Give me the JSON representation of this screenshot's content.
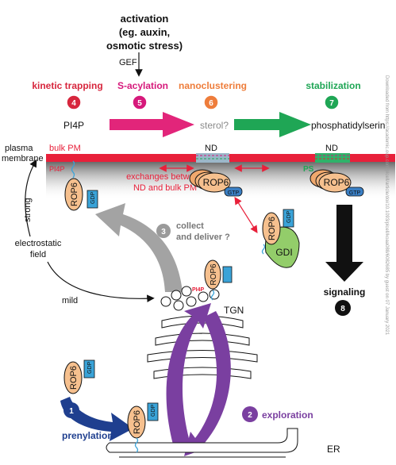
{
  "activation": {
    "line1": "activation",
    "line2": "(eg. auxin,",
    "line3": "osmotic stress)",
    "gef": "GEF"
  },
  "stages": [
    {
      "number": "4",
      "label": "kinetic trapping",
      "color": "#d7263d"
    },
    {
      "number": "5",
      "label": "S-acylation",
      "color": "#d6197b"
    },
    {
      "number": "6",
      "label": "nanoclustering",
      "color": "#ee7d3b"
    },
    {
      "number": "7",
      "label": "stabilization",
      "color": "#1fa655"
    }
  ],
  "lipids": {
    "pi4p": "PI4P",
    "sterol": "sterol?",
    "ps_full": "phosphatidylserin"
  },
  "membrane": {
    "plasma_line1": "plasma",
    "plasma_line2": "membrane",
    "bulk": "bulk PM",
    "nd1": "ND",
    "nd2": "ND",
    "exchange1": "exchanges between",
    "exchange2": "ND and bulk PM",
    "pi4p_tag": "PI4P",
    "ps_tag": "PS"
  },
  "proteins": {
    "rop6": "ROP6",
    "gdp": "GDP",
    "gtp": "GTP",
    "gdi": "GDI",
    "pi4p_small": "PI4P"
  },
  "steps": {
    "s1": {
      "number": "1",
      "label": "prenylation"
    },
    "s2": {
      "number": "2",
      "label": "exploration"
    },
    "s3": {
      "number": "3",
      "line1": "collect",
      "line2": "and deliver ?"
    },
    "s8": {
      "number": "8",
      "label": "signaling"
    }
  },
  "forces": {
    "strong": "strong",
    "field1": "electrostatic",
    "field2": "field",
    "mild": "mild"
  },
  "organelles": {
    "tgn": "TGN",
    "er": "ER"
  },
  "watermark": "Downloaded from https://academic.oup.com/plcell/article/doi/10.1093/plcell/koaa088/6082685 by guest on 07 January 2021",
  "colors": {
    "membrane_red": "#e8203a",
    "rop6_body": "#f6c08e",
    "gdp_box": "#3aa3d8",
    "gtp_box": "#3a7fc4",
    "gdi": "#93cd6a",
    "arrow_magenta": "#e2257a",
    "arrow_green": "#1fa655",
    "arrow_gray": "#9a9a9a",
    "arrow_purple": "#7a3fa0",
    "arrow_blue": "#1f3f8f"
  }
}
